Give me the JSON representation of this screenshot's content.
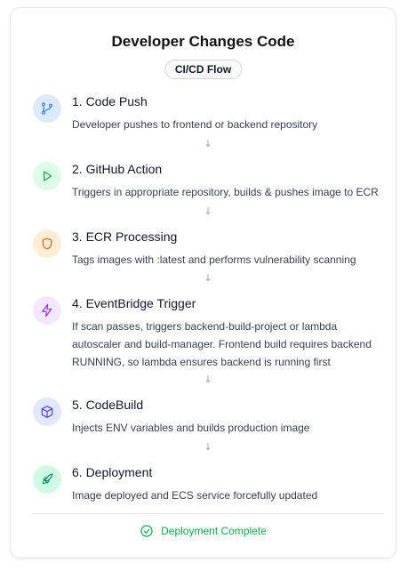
{
  "header": {
    "title": "Developer Changes Code",
    "badge": "CI/CD Flow"
  },
  "arrow_glyph": "↓",
  "steps": [
    {
      "title": "1. Code Push",
      "description": "Developer pushes to frontend or backend repository",
      "icon": "git-branch-icon",
      "color": "#3b82f6",
      "bg": "#dbeafe"
    },
    {
      "title": "2. GitHub Action",
      "description": "Triggers in appropriate repository, builds & pushes image to ECR",
      "icon": "play-icon",
      "color": "#16a34a",
      "bg": "#dcfce7"
    },
    {
      "title": "3. ECR Processing",
      "description": "Tags images with :latest and performs vulnerability scanning",
      "icon": "shield-icon",
      "color": "#ea580c",
      "bg": "#ffedd5"
    },
    {
      "title": "4. EventBridge Trigger",
      "description": "If scan passes, triggers backend-build-project or lambda autoscaler and build-manager. Frontend build requires backend RUNNING, so lambda ensures backend is running first",
      "icon": "zap-icon",
      "color": "#9333ea",
      "bg": "#f3e8ff"
    },
    {
      "title": "5. CodeBuild",
      "description": "Injects ENV variables and builds production image",
      "icon": "package-icon",
      "color": "#4f46e5",
      "bg": "#e0e7ff"
    },
    {
      "title": "6. Deployment",
      "description": "Image deployed and ECS service forcefully updated",
      "icon": "rocket-icon",
      "color": "#059669",
      "bg": "#d1fae5"
    }
  ],
  "footer": {
    "label": "Deployment Complete",
    "icon": "check-circle-icon",
    "color": "#16a34a"
  }
}
